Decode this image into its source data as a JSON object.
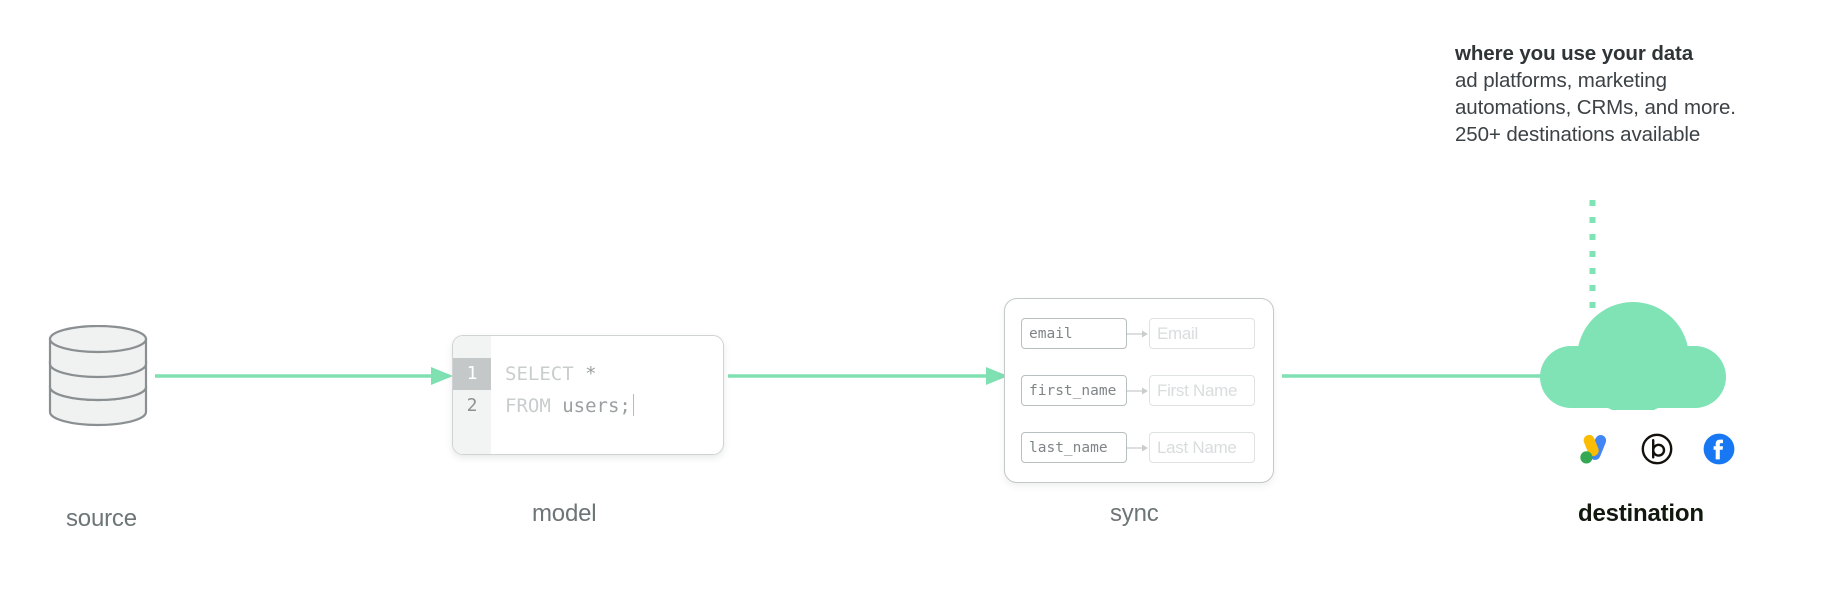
{
  "callout": {
    "title": "where you use your data",
    "line1": "ad platforms, marketing",
    "line2": "automations, CRMs, and more.",
    "line3": "250+ destinations available"
  },
  "stages": {
    "source": {
      "label": "source",
      "icon": "database-icon"
    },
    "model": {
      "label": "model",
      "icon": "code-editor-icon"
    },
    "sync": {
      "label": "sync",
      "icon": "field-mapping-icon"
    },
    "destination": {
      "label": "destination",
      "icon": "cloud-icon"
    }
  },
  "editor": {
    "lines": [
      {
        "number": "1",
        "keyword": "SELECT",
        "rest": " *",
        "active": true
      },
      {
        "number": "2",
        "keyword": "FROM",
        "rest": " users;",
        "active": false
      }
    ],
    "active_line": "1"
  },
  "sync": {
    "mappings": [
      {
        "source_field": "email",
        "destination_field": "Email"
      },
      {
        "source_field": "first_name",
        "destination_field": "First Name"
      },
      {
        "source_field": "last_name",
        "destination_field": "Last Name"
      }
    ]
  },
  "destination": {
    "brands": [
      {
        "name": "google-ads-icon",
        "label": "Google Ads"
      },
      {
        "name": "braze-icon",
        "label": "Braze"
      },
      {
        "name": "facebook-icon",
        "label": "Facebook"
      }
    ]
  },
  "colors": {
    "accent_green": "#7FE0B2",
    "cloud_green": "#7FE3B5",
    "label_gray": "#6d7577",
    "label_dark": "#11190f",
    "stroke_gray": "#8a8f91",
    "code_gray": "#c9cdce"
  },
  "flow": {
    "arrows": [
      {
        "from": "source",
        "to": "model"
      },
      {
        "from": "model",
        "to": "sync"
      },
      {
        "from": "sync",
        "to": "destination"
      }
    ]
  }
}
